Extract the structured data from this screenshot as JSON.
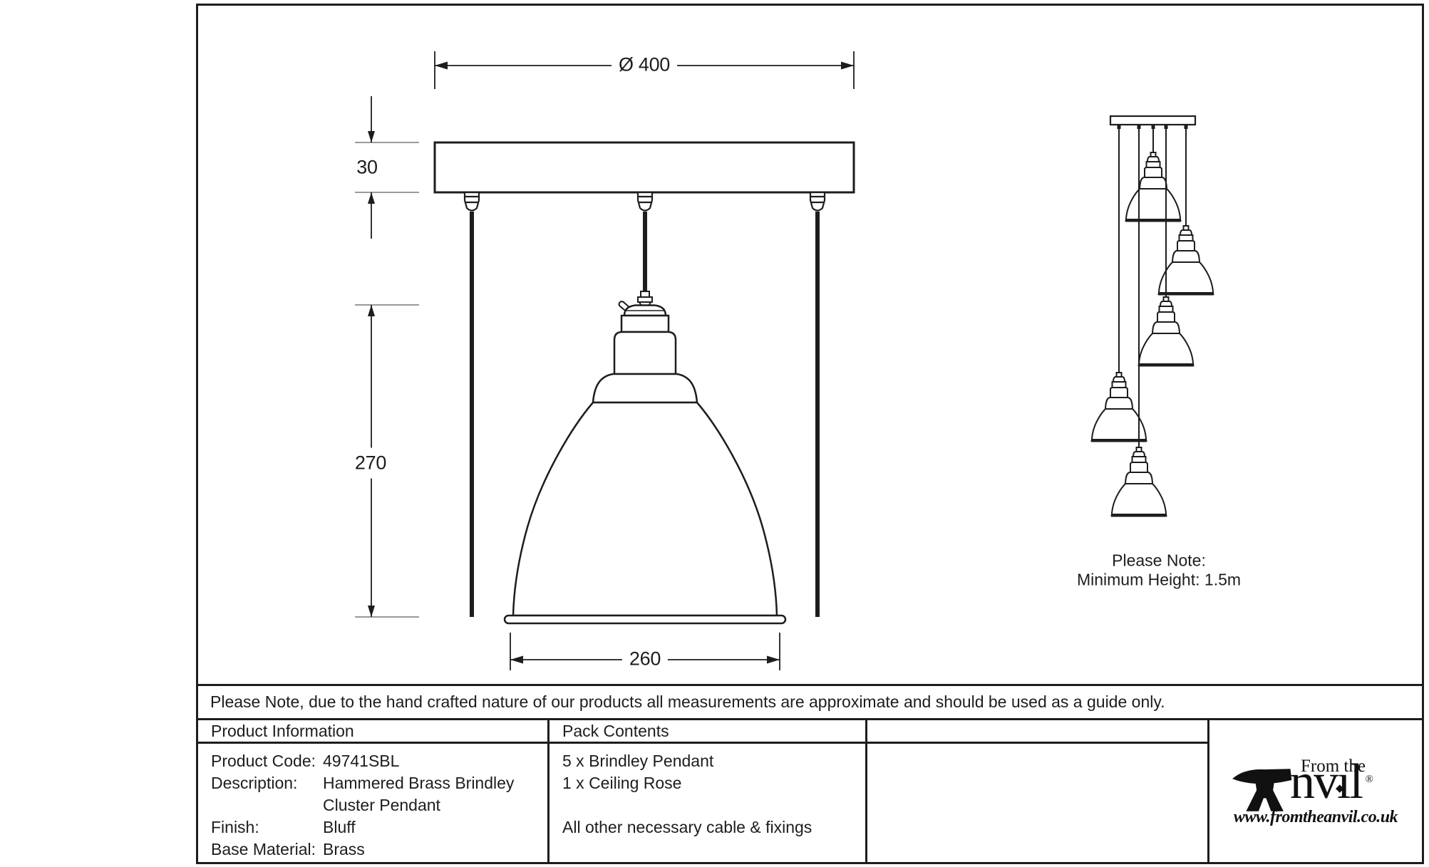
{
  "drawing": {
    "dims": {
      "plate_width": "Ø 400",
      "plate_thickness": "30",
      "pendant_height": "270",
      "shade_width": "260"
    }
  },
  "cluster": {
    "note_line1": "Please Note:",
    "note_line2": "Minimum Height: 1.5m"
  },
  "measurement_note": "Please Note, due to the hand crafted nature of our products all measurements are approximate and should be used as a guide only.",
  "product_information": {
    "header": "Product Information",
    "rows": [
      {
        "label": "Product Code:",
        "value": "49741SBL"
      },
      {
        "label": "Description:",
        "value": "Hammered Brass Brindley"
      },
      {
        "label": "",
        "value": "Cluster Pendant"
      },
      {
        "label": "Finish:",
        "value": "Bluff"
      },
      {
        "label": "Base Material:",
        "value": "Brass"
      }
    ]
  },
  "pack_contents": {
    "header": "Pack Contents",
    "items": [
      "5 x Brindley Pendant",
      "1 x Ceiling Rose",
      "",
      "All other necessary cable & fixings"
    ]
  },
  "logo": {
    "from_the": "From the",
    "brand": "Anvil",
    "brand_tail_start": "nv",
    "brand_dotless_i": "ı",
    "brand_tail_end": "l",
    "diamond": "◆",
    "registered": "®",
    "url": "www.fromtheanvil.co.uk"
  },
  "colors": {
    "line": "#1d1d1b",
    "tick": "#8c8c8c"
  }
}
